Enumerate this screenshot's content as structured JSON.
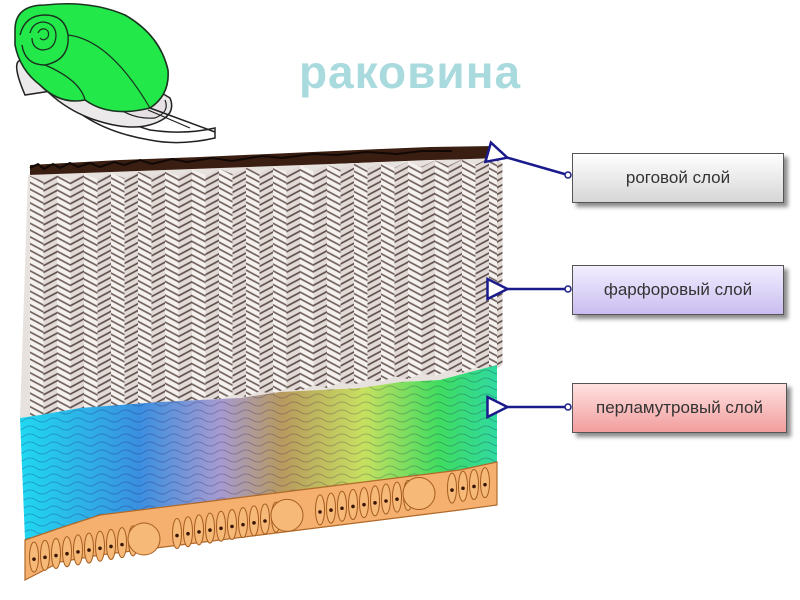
{
  "title": "раковина",
  "labels": {
    "horn": "роговой слой",
    "porcelain": "фарфоровый слой",
    "nacre": "перламутровый слой"
  },
  "colors": {
    "title": "#a8dade",
    "arrow": "#1a1a8c",
    "snail_shell": "#22e84a",
    "horn_layer": "#3a1e12",
    "cells": "#f5b070"
  }
}
